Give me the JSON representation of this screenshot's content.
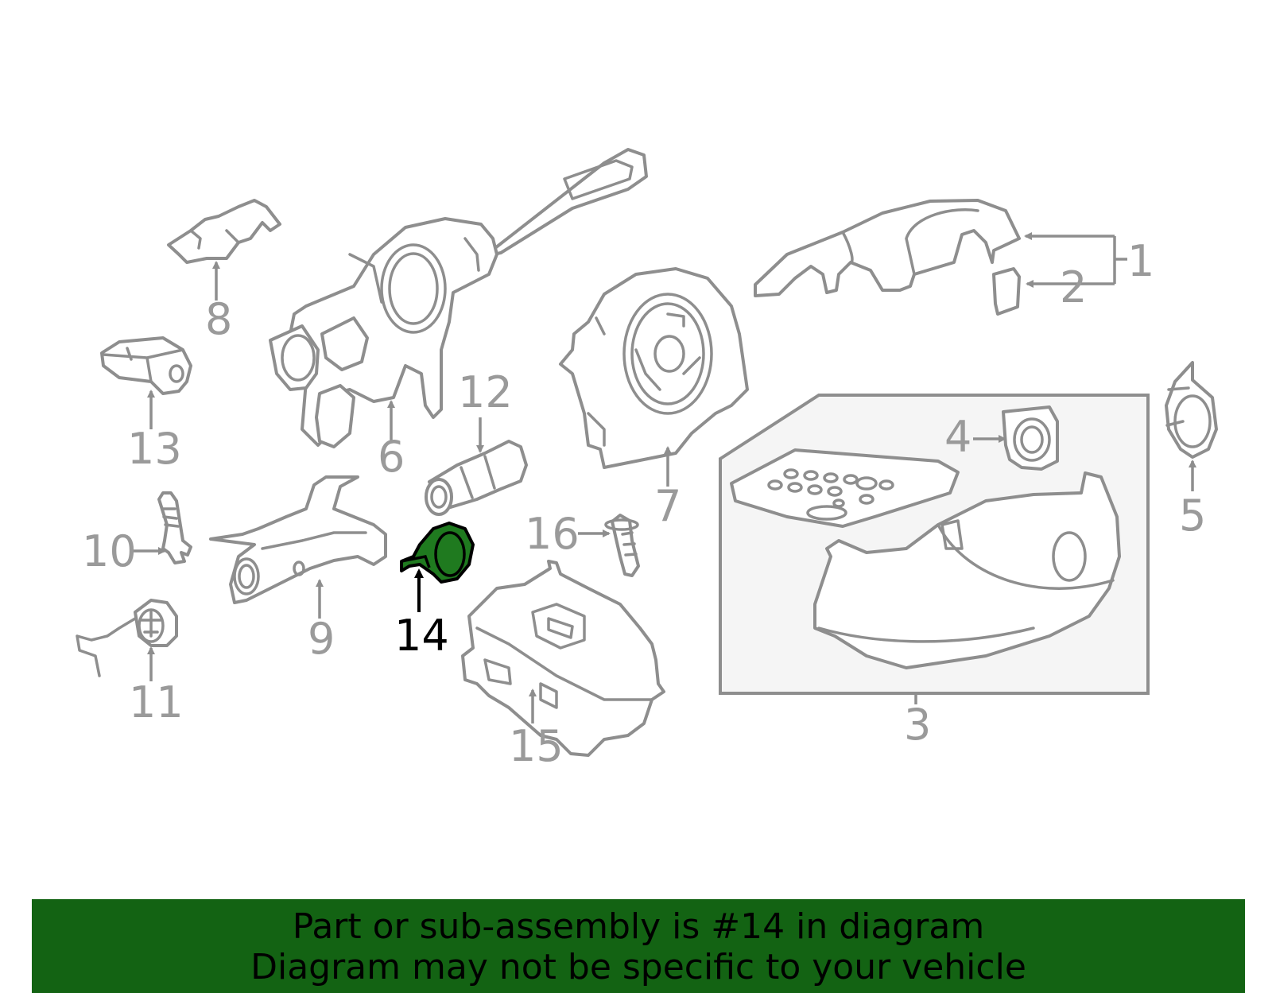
{
  "diagram": {
    "callouts": {
      "c1": "1",
      "c2": "2",
      "c3": "3",
      "c4": "4",
      "c5": "5",
      "c6": "6",
      "c7": "7",
      "c8": "8",
      "c9": "9",
      "c10": "10",
      "c11": "11",
      "c12": "12",
      "c13": "13",
      "c14": "14",
      "c15": "15",
      "c16": "16"
    },
    "highlighted_part": "14",
    "colors": {
      "line": "#8e8e8e",
      "highlight_fill": "#1f7a1f",
      "highlight_label": "#000000",
      "inset_background": "#f5f5f5",
      "banner_background": "#136313"
    }
  },
  "banner": {
    "line1": "Part or sub-assembly is #14 in diagram",
    "line2": "Diagram may not be specific to your vehicle"
  }
}
